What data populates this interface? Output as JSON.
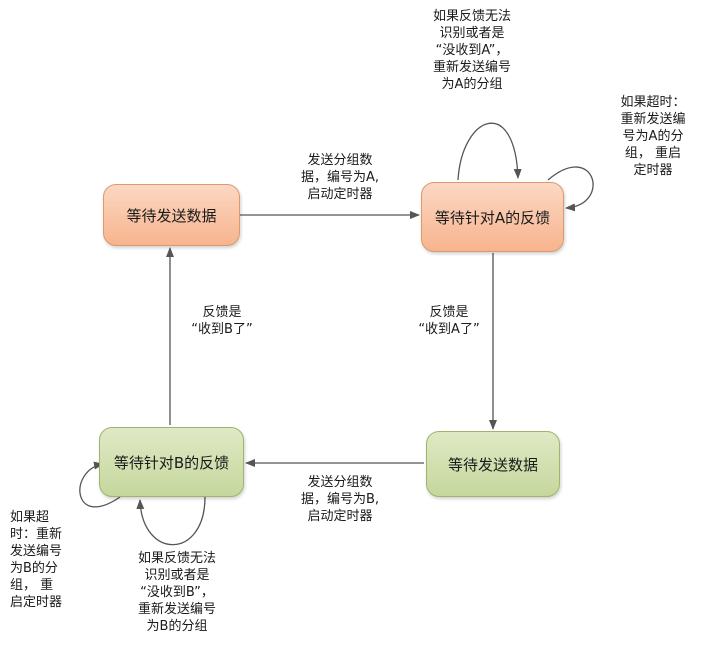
{
  "nodes": {
    "wait_send_top": "等待发送数据",
    "wait_feedback_a": "等待针对A的反馈",
    "wait_send_bottom": "等待发送数据",
    "wait_feedback_b": "等待针对B的反馈"
  },
  "edges": {
    "send_a": "发送分组数\n据，编号为A,\n启动定时器",
    "feedback_got_a": "反馈是\n“收到A了”",
    "send_b": "发送分组数\n据，编号为B,\n启动定时器",
    "feedback_got_b": "反馈是\n“收到B了”",
    "loop_a_unrecognized": "如果反馈无法\n识别或者是\n“没收到A”，\n重新发送编号\n为A的分组",
    "loop_a_timeout": "如果超时：\n重新发送编\n号为A的分\n组， 重启\n定时器",
    "loop_b_timeout": "如果超\n时：重新\n发送编号\n为B的分\n组， 重\n启定时器",
    "loop_b_unrecognized": "如果反馈无法\n识别或者是\n“没收到B”，\n重新发送编号\n为B的分组"
  },
  "colors": {
    "state_orange": "#f7b48e",
    "state_green": "#c6d79d",
    "arrow": "#555555"
  }
}
